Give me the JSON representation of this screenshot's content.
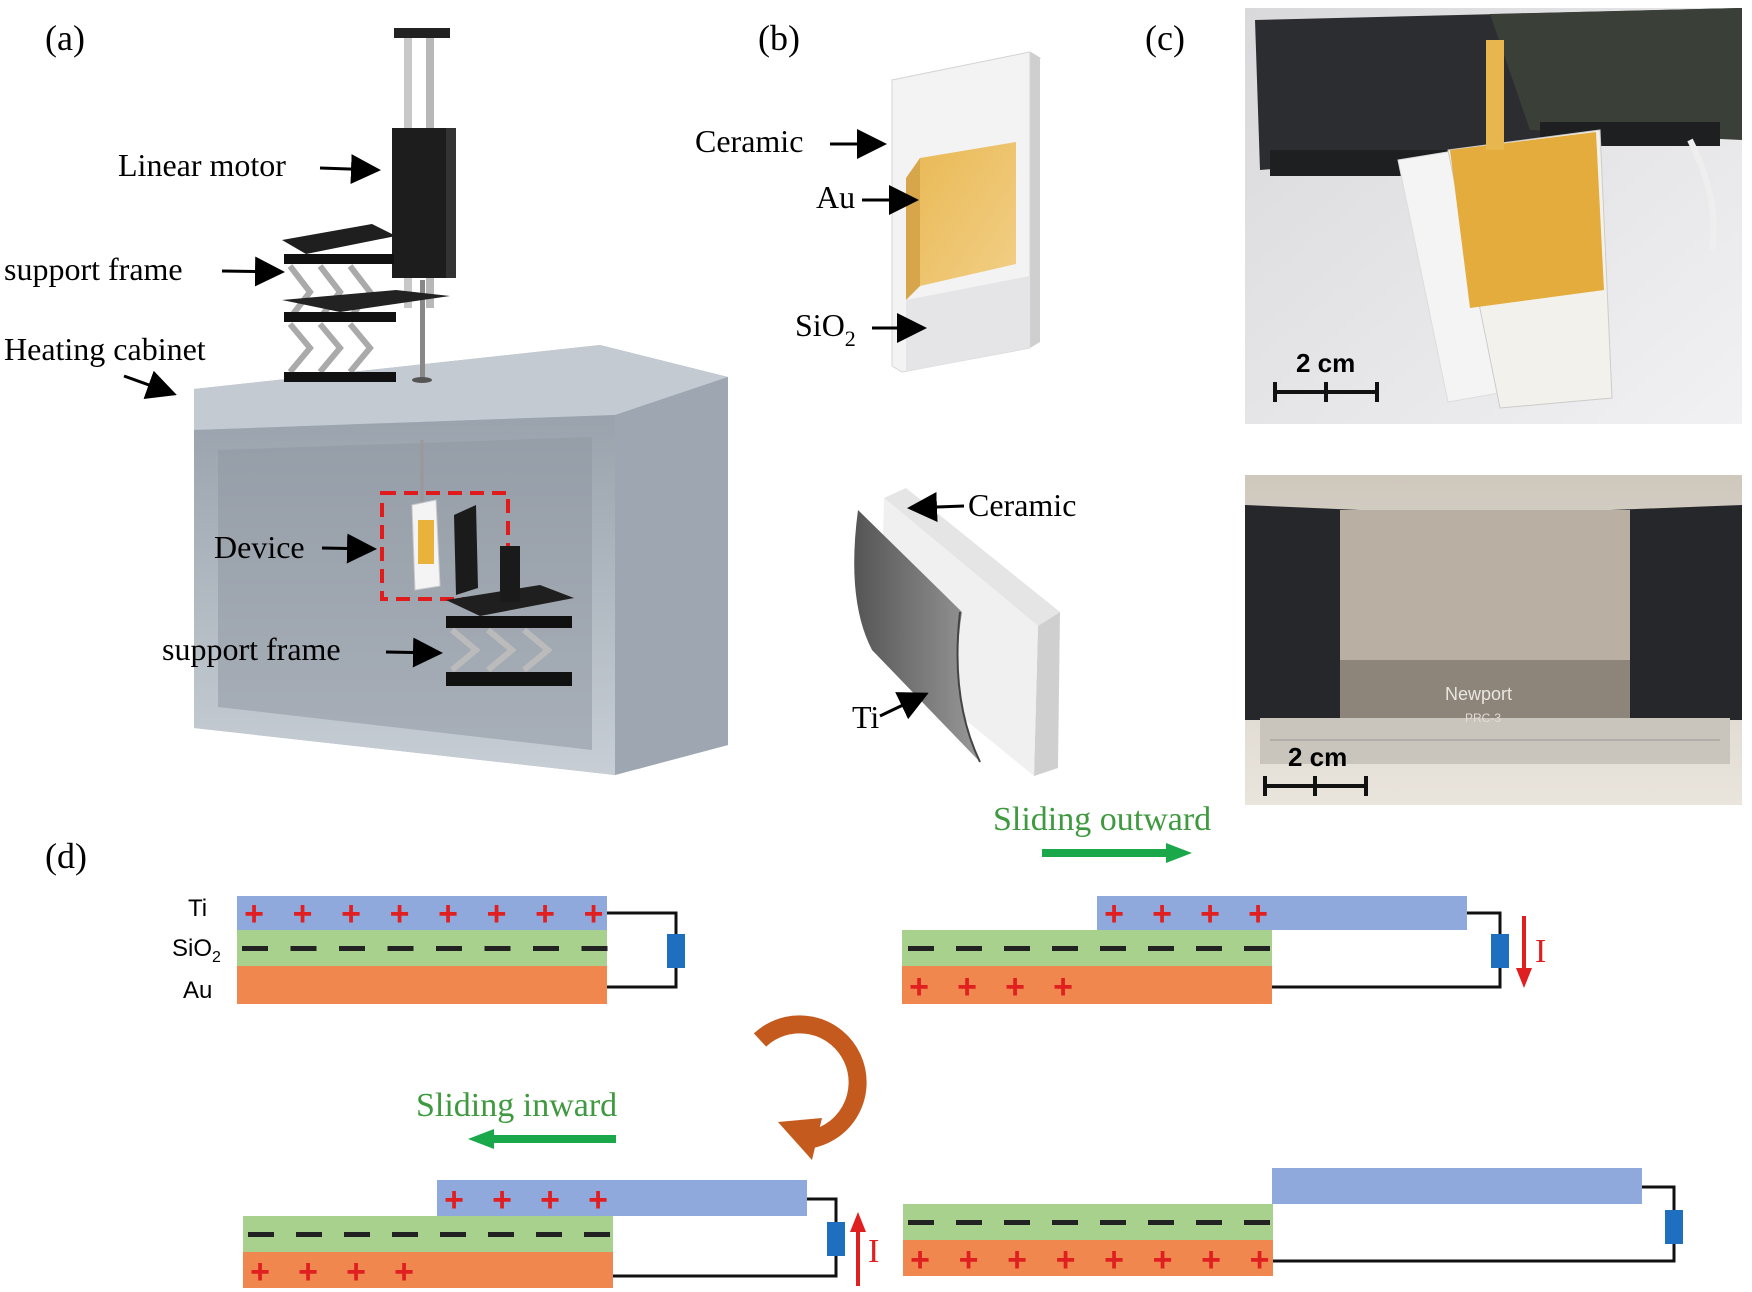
{
  "panels": {
    "a": "(a)",
    "b": "(b)",
    "c": "(c)",
    "d": "(d)"
  },
  "panel_a": {
    "linear_motor": "Linear motor",
    "support_frame_top": "support frame",
    "heating_cabinet": "Heating cabinet",
    "device": "Device",
    "support_frame_bottom": "support frame"
  },
  "panel_b": {
    "ceramic_top": "Ceramic",
    "au": "Au",
    "sio2_main": "SiO",
    "sio2_sub": "2",
    "ceramic_bottom": "Ceramic",
    "ti": "Ti"
  },
  "panel_c": {
    "scale_top": "2 cm",
    "scale_bottom": "2 cm",
    "brand": "Newport",
    "model": "PRC-3"
  },
  "panel_d": {
    "layer_ti": "Ti",
    "layer_sio2_main": "SiO",
    "layer_sio2_sub": "2",
    "layer_au": "Au",
    "sliding_outward": "Sliding outward",
    "sliding_inward": "Sliding inward",
    "current_top": "I",
    "current_bottom": "I",
    "plus": "+",
    "minus": "−"
  },
  "colors": {
    "ti": "#8fa9dc",
    "sio2": "#a9d18e",
    "au": "#f0874f",
    "plus": "#e02020",
    "minus": "#222222",
    "arrow_green": "#1aa84a",
    "load_blue": "#1f6fc0",
    "current_red": "#e02020",
    "cycle_orange": "#c55a1e",
    "label_green": "#3f9a3f",
    "cabinet": "#a9b4bf",
    "gold": "#e8b858",
    "device_box": "#e01b1b"
  }
}
